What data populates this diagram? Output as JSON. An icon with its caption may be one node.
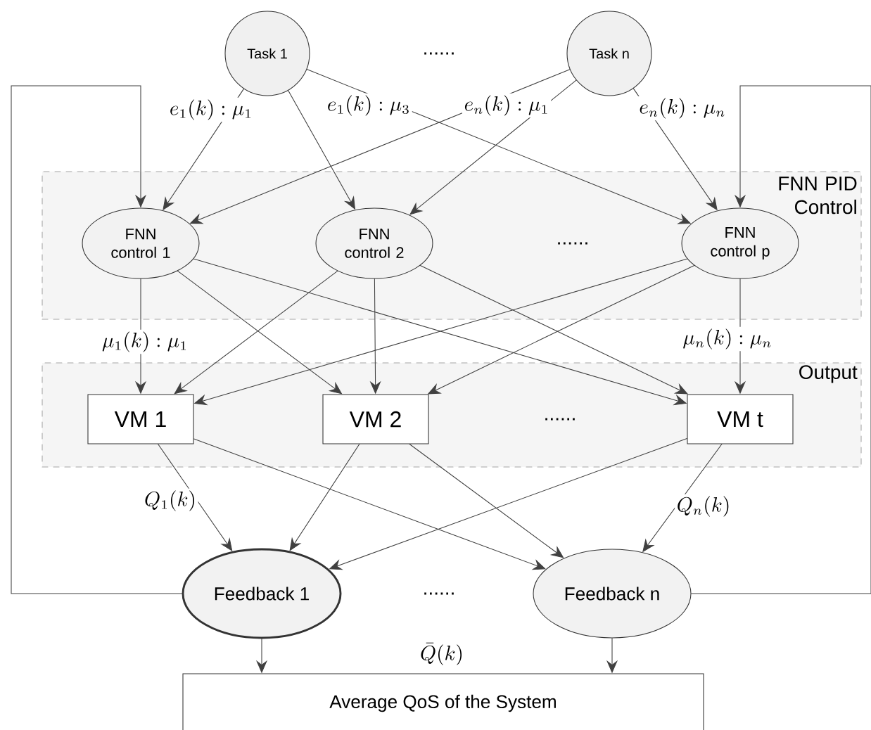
{
  "diagram": {
    "nodes": [
      {
        "text": [
          "Task 1"
        ]
      },
      {
        "text": [
          "Task n"
        ]
      },
      {
        "text": [
          "FNN PID Control"
        ]
      },
      {
        "text": [
          "FNN control 1"
        ],
        "in": 2
      },
      {
        "text": [
          "FNN control 2"
        ],
        "in": 2
      },
      {
        "text": [
          "FNN control p"
        ],
        "in": 2
      },
      {
        "text": [
          "Output"
        ]
      },
      {
        "text": [
          "VM 1"
        ],
        "in": 6
      },
      {
        "text": [
          "VM 2"
        ],
        "in": 6
      },
      {
        "text": [
          "VM t"
        ],
        "in": 6
      },
      {
        "text": [
          "Feedback 1"
        ]
      },
      {
        "text": [
          "Feedback n"
        ]
      },
      {
        "text": [
          "Average QoS of the System"
        ]
      }
    ],
    "edges": [
      {
        "from": 0,
        "to": 3,
        "arrow": "to",
        "label": "e_1(k): \\mu_1"
      },
      {
        "from": 0,
        "to": 4,
        "arrow": "to"
      },
      {
        "from": 0,
        "to": 5,
        "arrow": "to",
        "label": "e_1(k): \\mu_3"
      },
      {
        "from": 1,
        "to": 3,
        "arrow": "to",
        "label": "e_n(k): \\mu_1"
      },
      {
        "from": 1,
        "to": 4,
        "arrow": "to"
      },
      {
        "from": 1,
        "to": 5,
        "arrow": "to",
        "label": "e_n(k): \\mu_n"
      },
      {
        "from": 3,
        "to": 7,
        "arrow": "to",
        "label": "\\mu_1(k): \\mu_1"
      },
      {
        "from": 3,
        "to": 8,
        "arrow": "to"
      },
      {
        "from": 3,
        "to": 9,
        "arrow": "to"
      },
      {
        "from": 4,
        "to": 7,
        "arrow": "to"
      },
      {
        "from": 4,
        "to": 8,
        "arrow": "to"
      },
      {
        "from": 4,
        "to": 9,
        "arrow": "to"
      },
      {
        "from": 5,
        "to": 7,
        "arrow": "to"
      },
      {
        "from": 5,
        "to": 8,
        "arrow": "to"
      },
      {
        "from": 5,
        "to": 9,
        "arrow": "to",
        "label": "\\mu_n(k): \\mu_n"
      },
      {
        "from": 7,
        "to": 10,
        "arrow": "to",
        "label": "Q_1(k)"
      },
      {
        "from": 7,
        "to": 11,
        "arrow": "to"
      },
      {
        "from": 8,
        "to": 10,
        "arrow": "to"
      },
      {
        "from": 8,
        "to": 11,
        "arrow": "to"
      },
      {
        "from": 9,
        "to": 10,
        "arrow": "to"
      },
      {
        "from": 9,
        "to": 11,
        "arrow": "to",
        "label": "Q_n(k)"
      },
      {
        "from": 10,
        "to": 12,
        "arrow": "to"
      },
      {
        "from": 11,
        "to": 12,
        "arrow": "to"
      },
      {
        "from": 10,
        "to": 3,
        "arrow": "to"
      },
      {
        "from": 11,
        "to": 5,
        "arrow": "to"
      }
    ],
    "labels": [
      "......",
      "......",
      "......",
      "......",
      "\\bar{Q}(k)"
    ]
  }
}
